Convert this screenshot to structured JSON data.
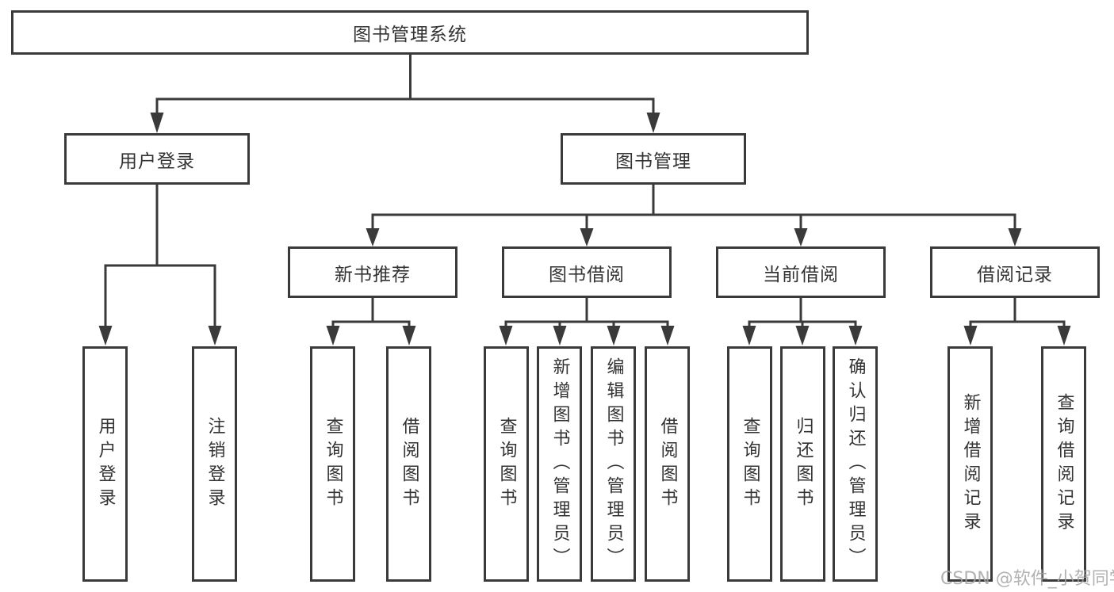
{
  "diagram": {
    "root": "图书管理系统",
    "branches": [
      {
        "label": "用户登录",
        "leaves": [
          "用户登录",
          "注销登录"
        ]
      },
      {
        "label": "图书管理",
        "groups": [
          {
            "label": "新书推荐",
            "leaves": [
              "查询图书",
              "借阅图书"
            ]
          },
          {
            "label": "图书借阅",
            "leaves": [
              "查询图书",
              "新增图书（管理员）",
              "编辑图书（管理员）",
              "借阅图书"
            ]
          },
          {
            "label": "当前借阅",
            "leaves": [
              "查询图书",
              "归还图书",
              "确认归还（管理员）"
            ]
          },
          {
            "label": "借阅记录",
            "leaves": [
              "新增借阅记录",
              "查询借阅记录"
            ]
          }
        ]
      }
    ]
  },
  "watermark": "CSDN @软件_小贺同学",
  "colors": {
    "line": "#3a3a3a",
    "box_border": "#3a3a3a",
    "text": "#333333",
    "background": "#ffffff",
    "watermark": "#a5a5a5"
  }
}
